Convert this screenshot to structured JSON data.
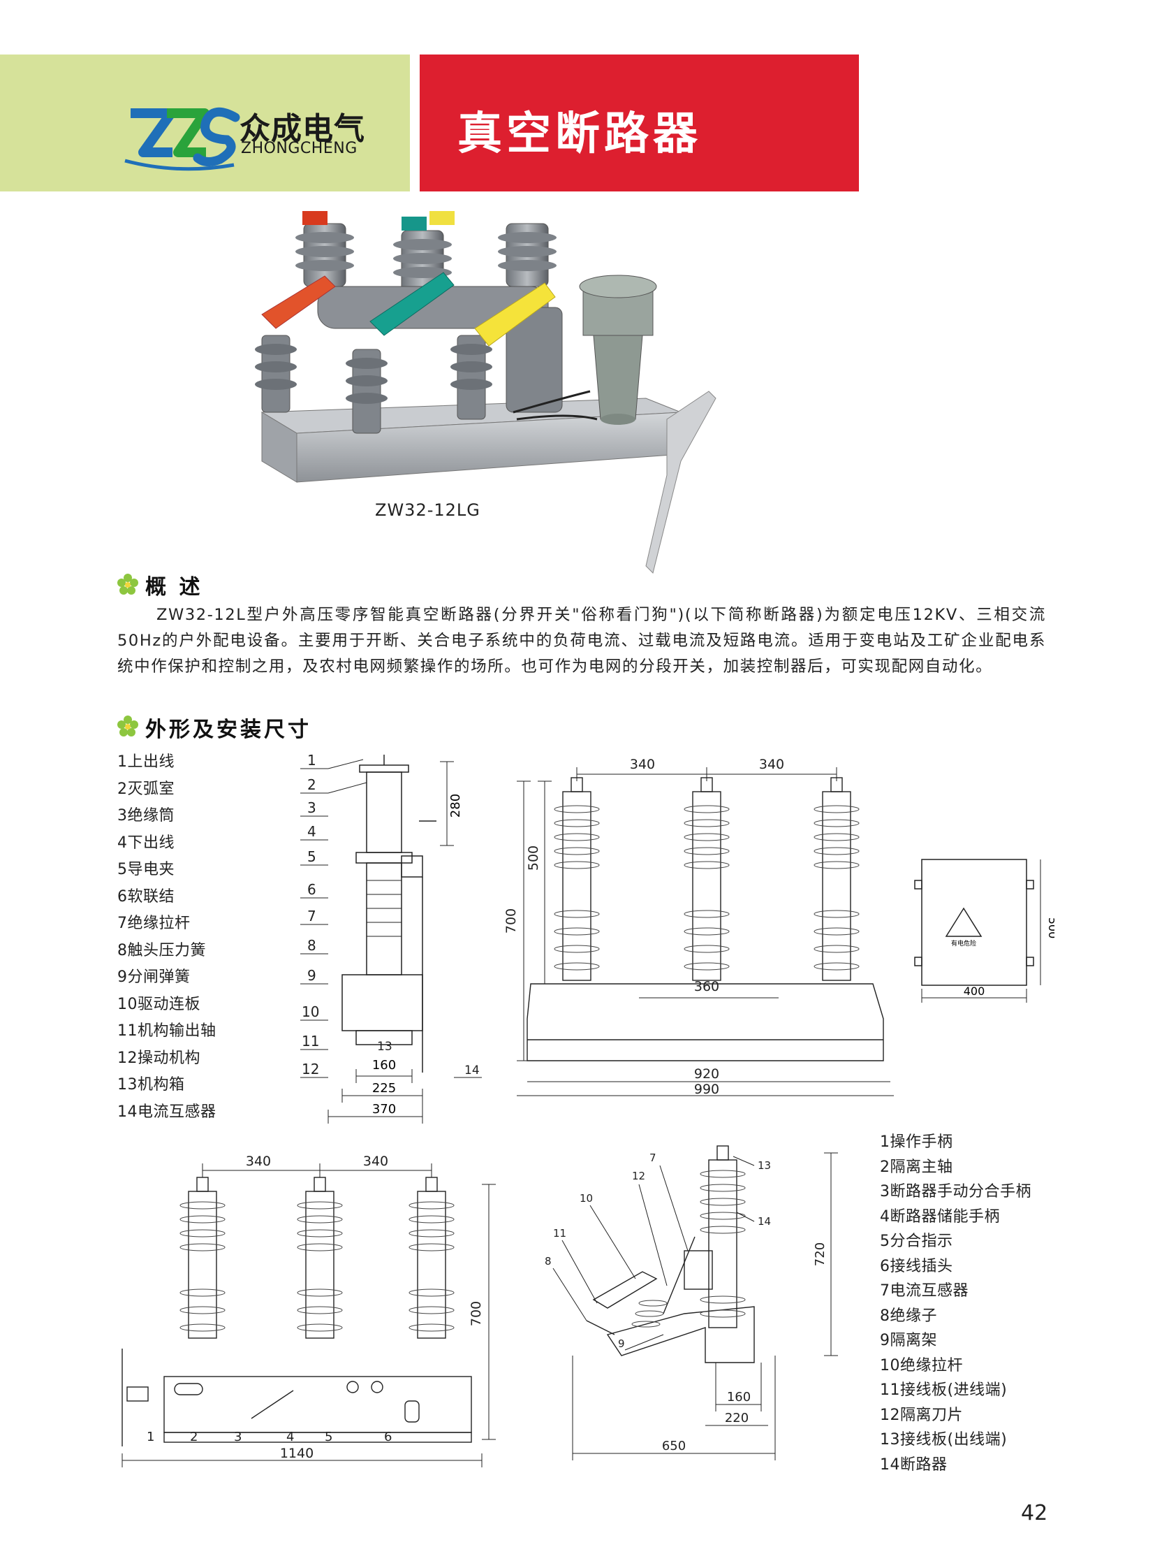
{
  "header": {
    "brand_cn": "众成电气",
    "brand_en": "ZHONGCHENG",
    "title": "真空断路器"
  },
  "photo": {
    "model": "ZW32-12LG"
  },
  "sections": {
    "overview_title": "概 述",
    "overview_text": "ZW32-12L型户外高压零序智能真空断路器(分界开关\"俗称看门狗\")(以下简称断路器)为额定电压12KV、三相交流50Hz的户外配电设备。主要用于开断、关合电子系统中的负荷电流、过载电流及短路电流。适用于变电站及工矿企业配电系统中作保护和控制之用，及农村电网频繁操作的场所。也可作为电网的分段开关，加装控制器后，可实现配网自动化。",
    "dimensions_title": "外形及安装尺寸"
  },
  "legend1": [
    "1上出线",
    "2灭弧室",
    "3绝缘筒",
    "4下出线",
    "5导电夹",
    "6软联结",
    "7绝缘拉杆",
    "8触头压力簧",
    "9分闸弹簧",
    "10驱动连板",
    "11机构输出轴",
    "12操动机构",
    "13机构箱",
    "14电流互感器"
  ],
  "legend2": [
    "1操作手柄",
    "2隔离主轴",
    "3断路器手动分合手柄",
    "4断路器储能手柄",
    "5分合指示",
    "6接线插头",
    "7电流互感器",
    "8绝缘子",
    "9隔离架",
    "10绝缘拉杆",
    "11接线板(进线端)",
    "12隔离刀片",
    "13接线板(出线端)",
    "14断路器"
  ],
  "drawings": {
    "side": {
      "dim_280": "280",
      "dim_160": "160",
      "dim_225": "225",
      "dim_370": "370",
      "callouts": [
        "1",
        "2",
        "3",
        "4",
        "5",
        "6",
        "7",
        "8",
        "9",
        "10",
        "11",
        "12",
        "13",
        "14"
      ]
    },
    "front": {
      "dim_340a": "340",
      "dim_340b": "340",
      "dim_500": "500",
      "dim_700": "700",
      "dim_360": "360",
      "dim_920": "920",
      "dim_990": "990"
    },
    "box": {
      "dim_500": "500",
      "dim_400": "400",
      "sign": "有电危险"
    },
    "front2": {
      "dim_340a": "340",
      "dim_340b": "340",
      "dim_700": "700",
      "dim_1140": "1140",
      "callouts": [
        "1",
        "2",
        "3",
        "4",
        "5",
        "6"
      ]
    },
    "side2": {
      "dim_720": "720",
      "dim_160": "160",
      "dim_220": "220",
      "dim_650": "650",
      "callouts": [
        "7",
        "10",
        "12",
        "11",
        "8",
        "9",
        "13",
        "14"
      ]
    }
  },
  "page_number": "42",
  "colors": {
    "header_left": "#d6e29a",
    "header_right": "#dd1f2f",
    "logo_blue": "#1f6fb8",
    "logo_green": "#2aa33b"
  }
}
